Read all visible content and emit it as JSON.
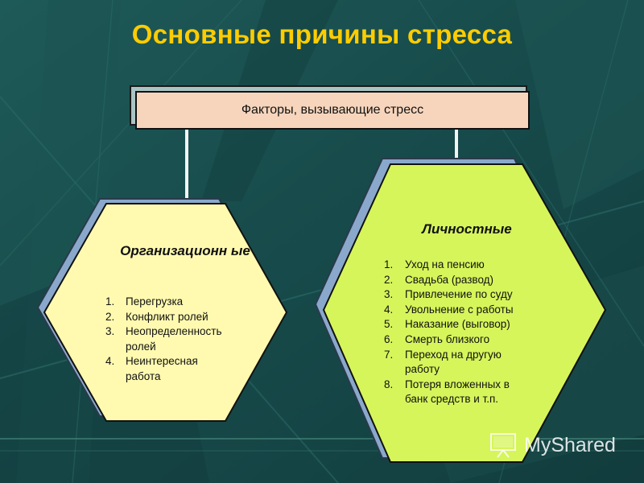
{
  "title": "Основные причины стресса",
  "factors_box": {
    "label": "Факторы, вызывающие стресс"
  },
  "organizational": {
    "label": "Организационн ые",
    "items": [
      {
        "num": "1.",
        "text": "Перегрузка"
      },
      {
        "num": "2.",
        "text": "Конфликт ролей"
      },
      {
        "num": "3.",
        "text": "Неопределенность ролей"
      },
      {
        "num": "4.",
        "text": "Неинтересная работа"
      }
    ]
  },
  "personal": {
    "label": "Личностные",
    "items": [
      {
        "num": "1.",
        "text": "Уход на пенсию"
      },
      {
        "num": "2.",
        "text": "Свадьба (развод)"
      },
      {
        "num": "3.",
        "text": "Привлечение по суду"
      },
      {
        "num": "4.",
        "text": "Увольнение с работы"
      },
      {
        "num": "5.",
        "text": "Наказание (выговор)"
      },
      {
        "num": "6.",
        "text": "Смерть близкого"
      },
      {
        "num": "7.",
        "text": "Переход на другую работу"
      },
      {
        "num": "8.",
        "text": "Потеря вложенных в банк средств и т.п."
      }
    ]
  },
  "watermark": {
    "text": "MyShared",
    "icon": "presentation-board-icon"
  },
  "colors": {
    "background": "#174848",
    "title": "#ffcc00",
    "factors_fill": "#f7d5bc",
    "left_hex_fill": "#fffab0",
    "right_hex_fill": "#d6f55b",
    "hex_shadow": "#8aa8cc"
  }
}
